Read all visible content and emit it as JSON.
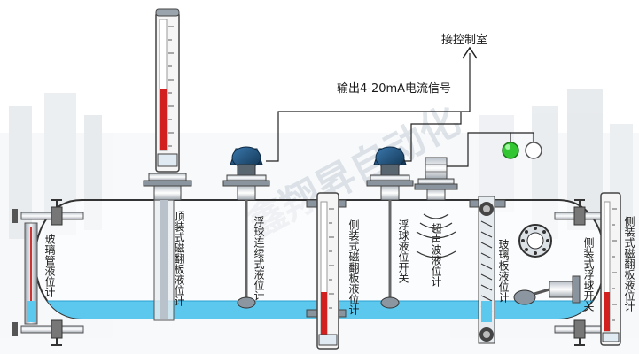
{
  "labels": {
    "control_room": "接控制室",
    "output_signal": "输出4-20mA电流信号",
    "glass_tube_gauge": "玻璃管液位计",
    "top_magnetic_gauge": "顶装式磁翻板液位计",
    "float_continuous_gauge": "浮球连续式液位计",
    "side_magnetic_gauge": "侧装式磁翻板液位计",
    "float_level_switch": "浮球液位开关",
    "ultrasonic_gauge": "超声波液位计",
    "glass_plate_gauge": "玻璃板液位计",
    "side_float_switch": "侧装式浮球开关",
    "side_magnetic_gauge_right": "侧装式磁翻板液位计"
  },
  "watermark": "鑫翔昇自动化",
  "colors": {
    "liquid": "#5cc8ee",
    "tank_outline": "#333333",
    "transmitter_head": "#1e4f7a",
    "signal_lamp_on": "#33c633",
    "signal_lamp_off": "#ffffff",
    "gauge_scale": "#d21f1f"
  },
  "icons": [
    "arrow-up-icon",
    "signal-lamp-green-icon",
    "signal-lamp-white-icon"
  ]
}
